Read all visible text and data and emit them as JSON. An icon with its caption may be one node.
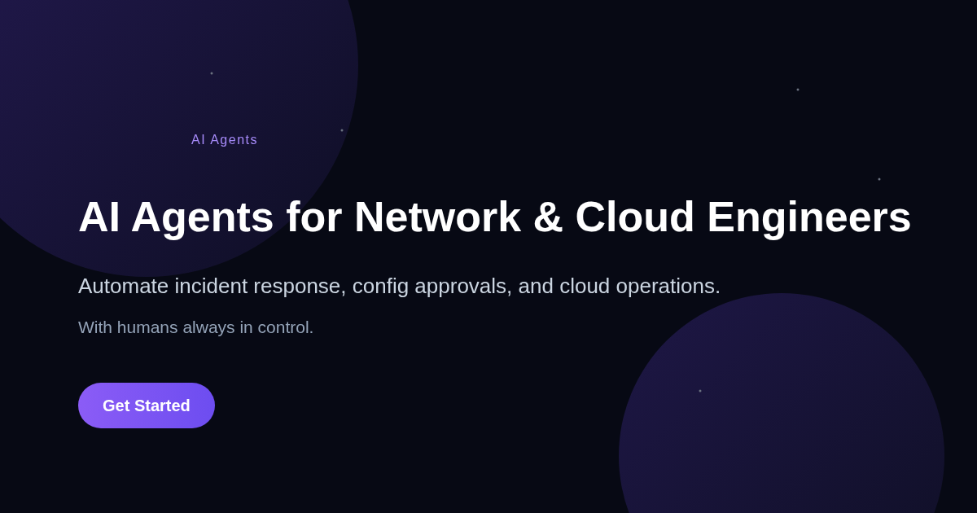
{
  "diagram": {
    "title": "AI Agents for Network & Cloud Engineers",
    "labels": [
      "AI Agents",
      "Automate incident response, config approvals, and cloud operations.",
      "With humans always in control.",
      "Get Started"
    ]
  }
}
